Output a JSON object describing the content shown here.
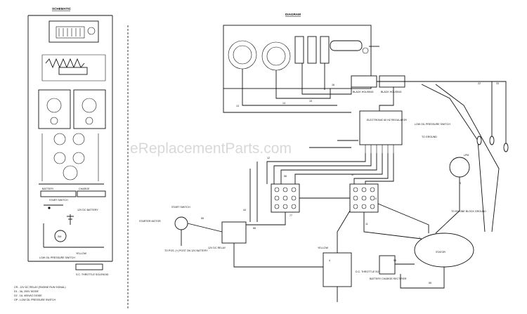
{
  "headers": {
    "schematic": "SCHEMATIC",
    "diagram": "DIAGRAM"
  },
  "watermark": "eReplacementParts.com",
  "schematic": {
    "battery": "BATTERY",
    "charge": "CHARGE",
    "start_switch": "START SWITCH",
    "battery_12v": "12V DC BATTERY",
    "sm": "SM",
    "low_oil_pressure_switch": "LOW OIL PRESSURE SWITCH",
    "yellow": "YELLOW",
    "solenoid": "S.C. THROTTLE SOLENOID"
  },
  "diagram_labels": {
    "black_housing_1": "BLACK HOUSING",
    "black_housing_2": "BLACK HOUSING",
    "electronic_regulator": "ELECTRONIC 60 HZ REGULATOR",
    "starter_motor": "STARTER MOTOR",
    "start_switch": "START SWITCH",
    "battery_note": "TO POS. (+) POST ON 12V BATTERY",
    "relay": "12V DC RELAY",
    "yellow": "YELLOW",
    "solenoid": "D.C. THROTTLE SOLENOID",
    "stator": "STATOR",
    "battery_charge": "BATTERY CHARGE RECTIFIER",
    "low_oil": "LOW OIL PRESSURE SWITCH",
    "ground": "TO ENGINE BLOCK GROUND",
    "lpm": "LPM",
    "to_ground": "TO GROUND"
  },
  "legend": [
    "CR - 12V DC RELAY (ENGINE RUN SIGNAL)",
    "D1 - 3A, 200V DIODE",
    "D2 - 1A, 400VAC DIODE",
    "OP - LOW OIL PRESSURE SWITCH"
  ],
  "wire_numbers": [
    "13",
    "14",
    "15",
    "16",
    "22",
    "33",
    "44",
    "55",
    "66",
    "77",
    "11",
    "2",
    "3",
    "4",
    "0",
    "12",
    "56",
    "57",
    "58",
    "59"
  ]
}
